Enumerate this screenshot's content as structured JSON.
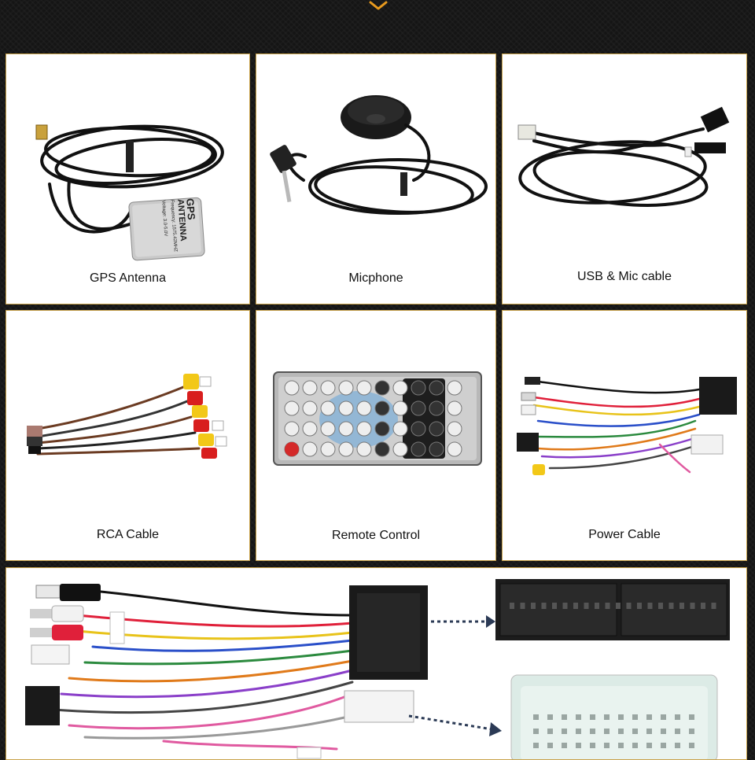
{
  "header": {
    "icon": "chevron-down-icon",
    "accent": "#e89a1e"
  },
  "cards": [
    {
      "label": "GPS Antenna"
    },
    {
      "label": "Micphone"
    },
    {
      "label": "USB & Mic cable"
    },
    {
      "label": "RCA Cable"
    },
    {
      "label": "Remote Control"
    },
    {
      "label": "Power Cable"
    }
  ],
  "gps_sticker": {
    "line1": "GPS",
    "line2": "ANTENNA",
    "line3": "Frequency: 1575.42MHZ",
    "line4": "Voltage: 3.0-5.0V"
  },
  "colors": {
    "border": "#c8a24a",
    "background": "#151515",
    "cable": "#111111"
  }
}
